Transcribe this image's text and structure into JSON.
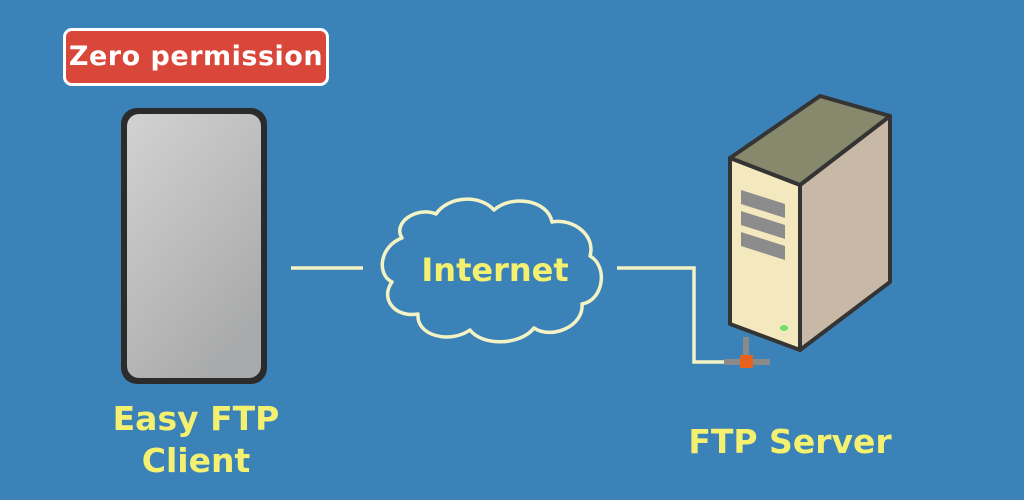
{
  "badge": {
    "label": "Zero permission"
  },
  "client": {
    "label_line1": "Easy FTP",
    "label_line2": "Client"
  },
  "cloud": {
    "label": "Internet"
  },
  "server": {
    "label": "FTP Server"
  },
  "colors": {
    "background": "#3b82b8",
    "badge": "#d9473a",
    "label_text": "#f4f070",
    "connector": "#f4f3c4",
    "port": "#e8621f",
    "server_led": "#6be06b"
  }
}
